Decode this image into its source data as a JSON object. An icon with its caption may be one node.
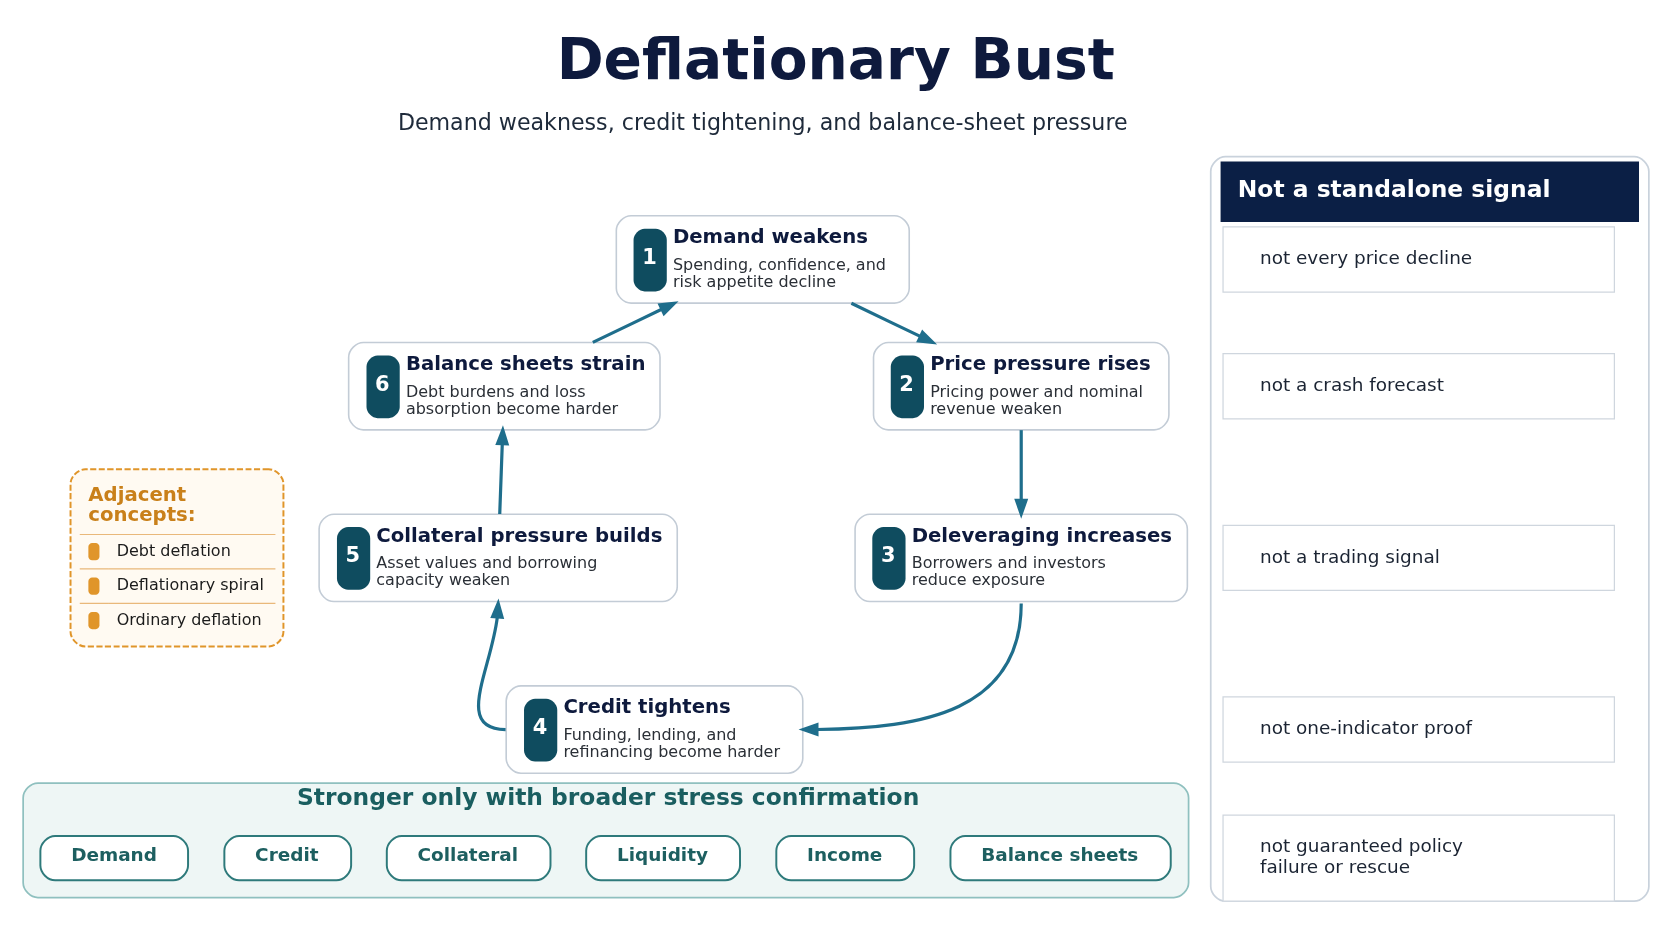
{
  "diagram": {
    "title": "Deflationary Bust",
    "nodes": [
      {
        "text": [
          "1",
          "Demand weakens",
          "Spending, confidence, and risk appetite decline"
        ]
      },
      {
        "text": [
          "2",
          "Price pressure rises",
          "Pricing power and nominal revenue weaken"
        ]
      },
      {
        "text": [
          "3",
          "Deleveraging increases",
          "Borrowers and investors reduce exposure"
        ]
      },
      {
        "text": [
          "4",
          "Credit tightens",
          "Funding, lending, and refinancing become harder"
        ]
      },
      {
        "text": [
          "5",
          "Collateral pressure builds",
          "Asset values and borrowing capacity weaken"
        ]
      },
      {
        "text": [
          "6",
          "Balance sheets strain",
          "Debt burdens and loss absorption become harder"
        ]
      },
      {
        "text": [
          "Not a standalone signal"
        ]
      },
      {
        "text": [
          "not every price decline"
        ],
        "in": 6
      },
      {
        "text": [
          "not a crash forecast"
        ],
        "in": 6
      },
      {
        "text": [
          "not a trading signal"
        ],
        "in": 6
      },
      {
        "text": [
          "not one-indicator proof"
        ],
        "in": 6
      },
      {
        "text": [
          "not guaranteed policy failure or rescue"
        ],
        "in": 6
      },
      {
        "text": [
          "Adjacent concepts:",
          "Debt deflation",
          "Deflationary spiral",
          "Ordinary deflation"
        ]
      },
      {
        "text": [
          "Stronger only with broader stress confirmation"
        ]
      },
      {
        "text": [
          "Demand"
        ],
        "in": 13
      },
      {
        "text": [
          "Credit"
        ],
        "in": 13
      },
      {
        "text": [
          "Collateral"
        ],
        "in": 13
      },
      {
        "text": [
          "Liquidity"
        ],
        "in": 13
      },
      {
        "text": [
          "Income"
        ],
        "in": 13
      },
      {
        "text": [
          "Balance sheets"
        ],
        "in": 13
      }
    ],
    "edges": [
      {
        "from": 0,
        "to": 1,
        "arrow": "to"
      },
      {
        "from": 1,
        "to": 2,
        "arrow": "to"
      },
      {
        "from": 2,
        "to": 3,
        "arrow": "to"
      },
      {
        "from": 3,
        "to": 4,
        "arrow": "to"
      },
      {
        "from": 4,
        "to": 5,
        "arrow": "to"
      },
      {
        "from": 5,
        "to": 0,
        "arrow": "to"
      }
    ],
    "labels": [
      "Demand weakness, credit tightening, and balance-sheet pressure"
    ]
  }
}
